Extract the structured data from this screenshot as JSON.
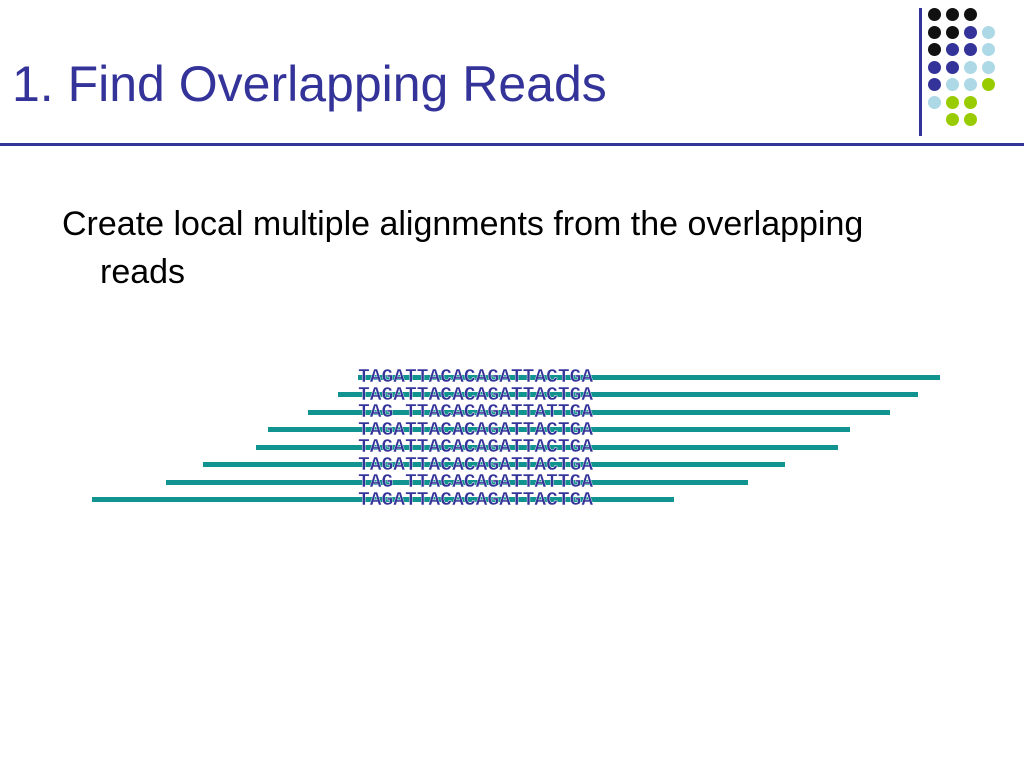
{
  "slide": {
    "title": "1. Find Overlapping Reads",
    "bullet": "Create local multiple alignments from the overlapping reads"
  },
  "colors": {
    "title": "#333399",
    "rule": "#333399",
    "read_bar": "#11948f",
    "sequence": "#333399",
    "dot_black": "#111111",
    "dot_indigo": "#333399",
    "dot_lightblue": "#add8e6",
    "dot_lime": "#99cc00"
  },
  "decoration": {
    "dot_rows": [
      [
        "dot_black",
        "dot_black",
        "dot_black",
        ""
      ],
      [
        "dot_black",
        "dot_black",
        "dot_indigo",
        "dot_lightblue"
      ],
      [
        "dot_black",
        "dot_indigo",
        "dot_indigo",
        "dot_lightblue"
      ],
      [
        "dot_indigo",
        "dot_indigo",
        "dot_lightblue",
        "dot_lightblue"
      ],
      [
        "dot_indigo",
        "dot_lightblue",
        "dot_lightblue",
        "dot_lime"
      ],
      [
        "dot_lightblue",
        "dot_lime",
        "dot_lime",
        ""
      ],
      [
        "",
        "dot_lime",
        "dot_lime",
        ""
      ]
    ]
  },
  "reads": [
    {
      "sequence": "TAGATTACACAGATTACTGA"
    },
    {
      "sequence": "TAGATTACACAGATTACTGA"
    },
    {
      "sequence": "TAG TTACACAGATTATTGA"
    },
    {
      "sequence": "TAGATTACACAGATTACTGA"
    },
    {
      "sequence": "TAGATTACACAGATTACTGA"
    },
    {
      "sequence": "TAGATTACACAGATTACTGA"
    },
    {
      "sequence": "TAG TTACACAGATTATTGA"
    },
    {
      "sequence": "TAGATTACACAGATTACTGA"
    }
  ]
}
